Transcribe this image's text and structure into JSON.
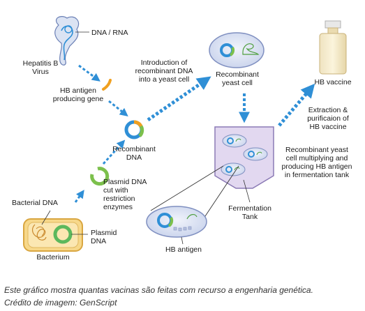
{
  "diagram": {
    "labels": {
      "dna_rna": "DNA / RNA",
      "hbv_line1": "Hepatitis B",
      "hbv_line2": "Virus",
      "gene_line1": "HB antigen",
      "gene_line2": "producing gene",
      "intro_line1": "Introduction of",
      "intro_line2": "recombinant DNA",
      "intro_line3": "into a yeast cell",
      "yeast_line1": "Recombinant",
      "yeast_line2": "yeast cell",
      "vaccine": "HB vaccine",
      "extract_line1": "Extraction &",
      "extract_line2": "purificaion of",
      "extract_line3": "HB vaccine",
      "recdna_line1": "Recombinant",
      "recdna_line2": "DNA",
      "multiply_line1": "Recombinant yeast",
      "multiply_line2": "cell multiplying and",
      "multiply_line3": "producing HB antigen",
      "multiply_line4": "in fermentation tank",
      "cut_line1": "Plasmid DNA",
      "cut_line2": "cut with",
      "cut_line3": "restriction",
      "cut_line4": "enzymes",
      "bacterial_dna": "Bacterial DNA",
      "plasmid_line1": "Plasmid",
      "plasmid_line2": "DNA",
      "bacterium": "Bacterium",
      "tank_line1": "Fermentation",
      "tank_line2": "Tank",
      "hb_antigen": "HB antigen"
    },
    "colors": {
      "arrow": "#2f8fd6",
      "ring_green": "#5cb85c",
      "ring_blue": "#2f8fd6",
      "gene_orange": "#f0a020",
      "cell_fill": "#dde4f3",
      "tank_fill": "#e2d8f0",
      "bacterium_fill": "#f7d88a"
    }
  },
  "caption": {
    "line1": "Este gráfico mostra quantas vacinas são feitas com recurso a engenharia genética.",
    "line2": "Crédito de imagem: GenScript"
  }
}
